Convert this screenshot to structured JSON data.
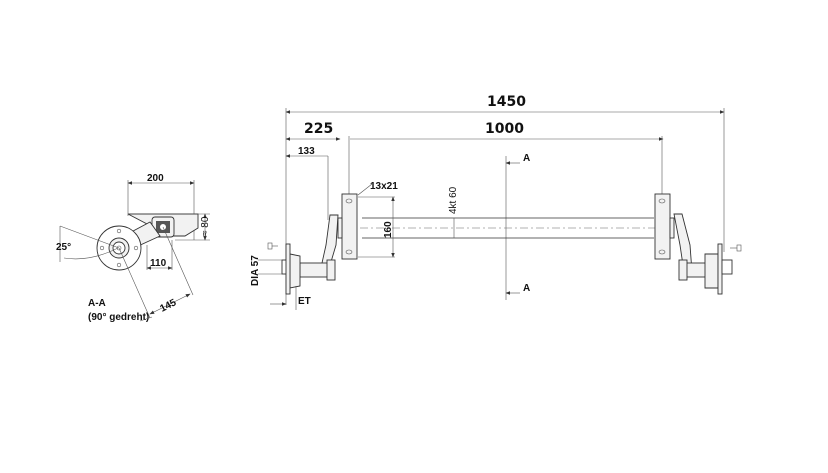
{
  "drawing": {
    "section_view": {
      "title": "A-A",
      "subtitle": "(90° gedreht)",
      "dims": {
        "width_200": "200",
        "height_80": "≈ 80",
        "offset_110": "110",
        "arm_145": "145",
        "angle_25": "25°"
      }
    },
    "front_view": {
      "dims": {
        "overall": "1450",
        "left_offset": "225",
        "mount_spacing": "1000",
        "hub_offset": "133",
        "slot": "13x21",
        "tube": "4kt 60",
        "bracket_height": "160",
        "hub_dia": "DIA 57",
        "et": "ET"
      },
      "section_marker": "A"
    }
  }
}
